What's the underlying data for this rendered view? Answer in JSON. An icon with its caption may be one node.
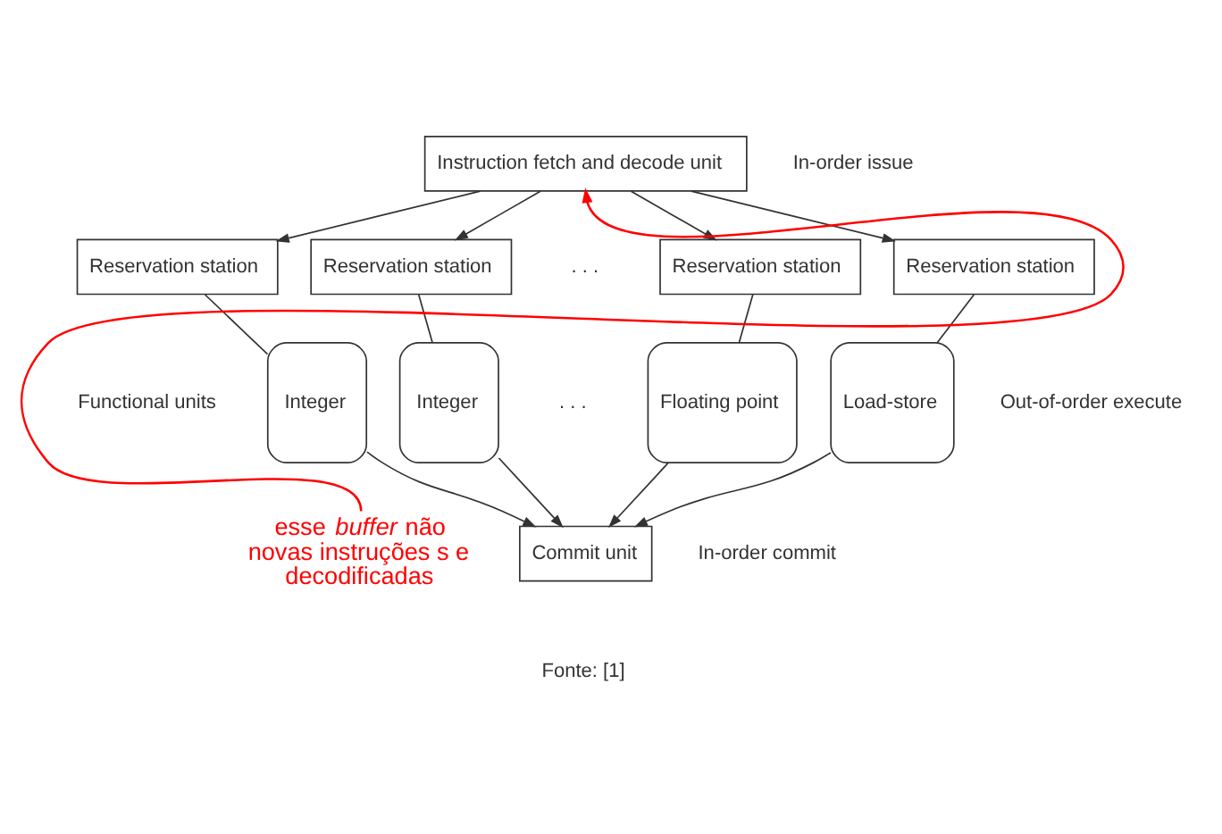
{
  "diagram": {
    "nodes": [
      {
        "text": [
          "Instruction fetch and decode unit"
        ]
      },
      {
        "text": [
          "Reservation station"
        ]
      },
      {
        "text": [
          "Reservation station"
        ]
      },
      {
        "text": [
          "Reservation station"
        ]
      },
      {
        "text": [
          "Reservation station"
        ]
      },
      {
        "text": [
          "Integer"
        ]
      },
      {
        "text": [
          "Integer"
        ]
      },
      {
        "text": [
          "Floating point"
        ]
      },
      {
        "text": [
          "Load-store"
        ]
      },
      {
        "text": [
          "Commit unit"
        ]
      },
      {
        "text": [
          "esse *buffer* não novas instruções s e decodificadas"
        ]
      }
    ],
    "edges": [
      {
        "from": 0,
        "to": 1,
        "arrow": "to"
      },
      {
        "from": 0,
        "to": 2,
        "arrow": "to"
      },
      {
        "from": 0,
        "to": 3,
        "arrow": "to"
      },
      {
        "from": 0,
        "to": 4,
        "arrow": "to"
      },
      {
        "from": 1,
        "to": 5,
        "arrow": "none"
      },
      {
        "from": 2,
        "to": 6,
        "arrow": "none"
      },
      {
        "from": 3,
        "to": 7,
        "arrow": "none"
      },
      {
        "from": 4,
        "to": 8,
        "arrow": "none"
      },
      {
        "from": 5,
        "to": 9,
        "arrow": "to"
      },
      {
        "from": 6,
        "to": 9,
        "arrow": "to"
      },
      {
        "from": 7,
        "to": 9,
        "arrow": "to"
      },
      {
        "from": 8,
        "to": 9,
        "arrow": "to"
      },
      {
        "from": 10,
        "to": 0,
        "arrow": "to",
        "color": "#ff0000"
      }
    ],
    "labels": [
      "In-order issue",
      ". . .",
      "Functional units",
      ". . .",
      "Out-of-order execute",
      "In-order commit",
      "Fonte: [1]"
    ]
  }
}
